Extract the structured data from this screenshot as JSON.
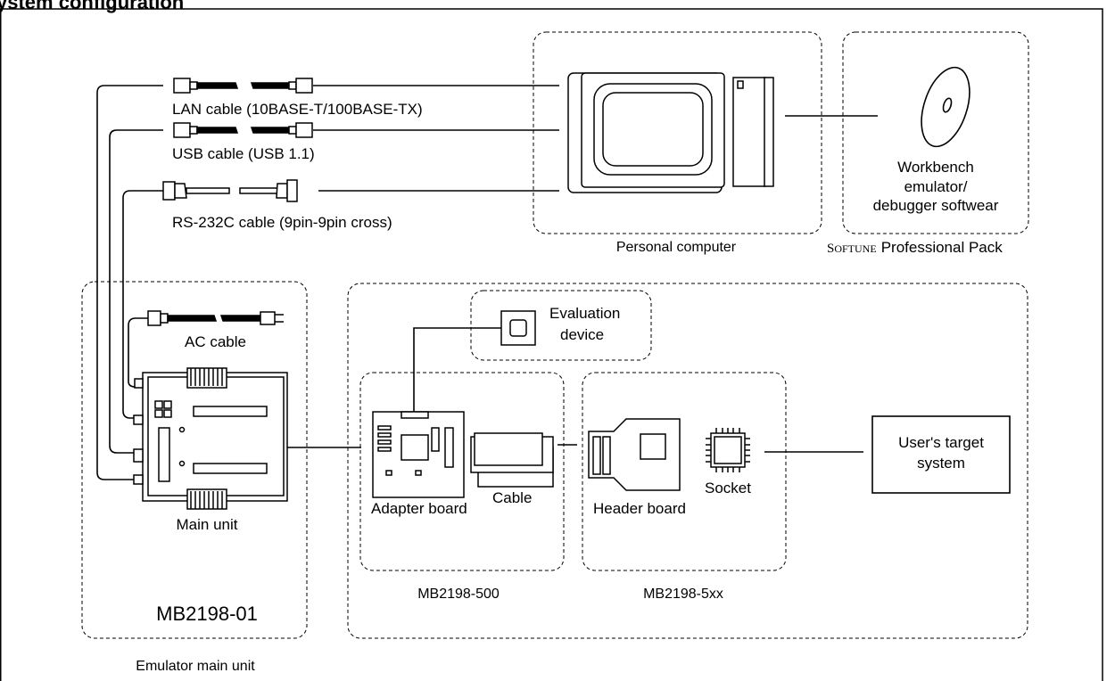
{
  "page": {
    "heading": "ystem configuration"
  },
  "cables": {
    "lan": "LAN cable (10BASE-T/100BASE-TX)",
    "usb": "USB cable (USB 1.1)",
    "rs232": "RS-232C cable (9pin-9pin cross)",
    "ac": "AC cable"
  },
  "pc": {
    "label": "Personal computer"
  },
  "software": {
    "line1": "Workbench",
    "line2": "emulator/",
    "line3": "debugger softwear",
    "pack_brand_initial": "S",
    "pack_brand_rest": "OFTUNE",
    "pack_suffix": "Professional Pack"
  },
  "emulator": {
    "main_unit": "Main unit",
    "model": "MB2198-01",
    "group_label": "Emulator main unit"
  },
  "evaluation": {
    "line1": "Evaluation",
    "line2": "device"
  },
  "adapter": {
    "board": "Adapter board",
    "cable": "Cable",
    "model": "MB2198-500"
  },
  "header": {
    "board": "Header board",
    "socket": "Socket",
    "model": "MB2198-5xx"
  },
  "target": {
    "line1": "User's target",
    "line2": "system"
  }
}
